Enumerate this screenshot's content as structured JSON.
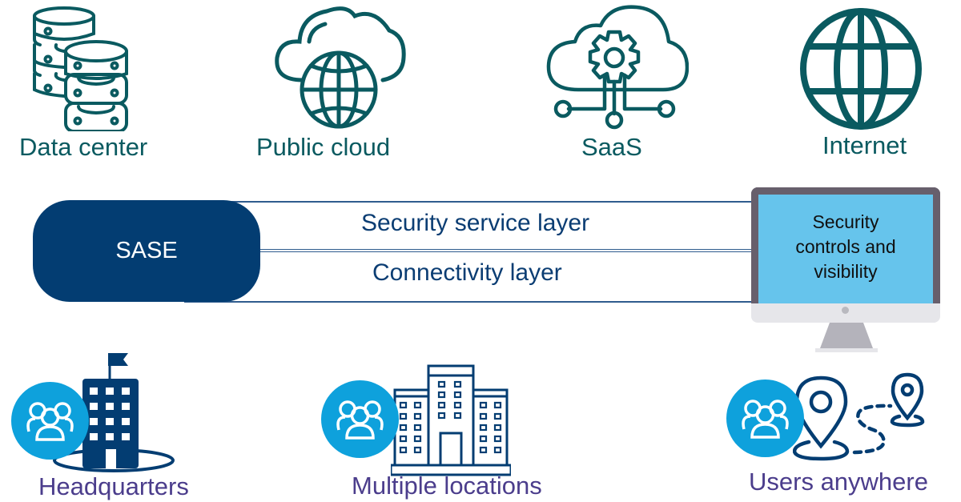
{
  "colors": {
    "teal_icon": "#0a5a60",
    "navy": "#033d72",
    "purple_label": "#4b3d8c",
    "badge_blue": "#0ea1dc",
    "screen_blue": "#66c4ec",
    "monitor_frame": "#675f6c"
  },
  "top_destinations": [
    {
      "label": "Data center",
      "icon": "database-servers-icon"
    },
    {
      "label": "Public cloud",
      "icon": "cloud-globe-icon"
    },
    {
      "label": "SaaS",
      "icon": "cloud-gear-network-icon"
    },
    {
      "label": "Internet",
      "icon": "globe-icon"
    }
  ],
  "sase": {
    "label": "SASE",
    "layers": [
      "Security service layer",
      "Connectivity layer"
    ]
  },
  "monitor": {
    "icon": "desktop-monitor-icon",
    "lines": [
      "Security",
      "controls and",
      "visibility"
    ]
  },
  "bottom_sources": [
    {
      "label": "Headquarters",
      "icon": "hq-building-icon",
      "badge": "people-group-icon"
    },
    {
      "label": "Multiple locations",
      "icon": "office-buildings-icon",
      "badge": "people-group-icon"
    },
    {
      "label": "Users anywhere",
      "icon": "location-pins-route-icon",
      "badge": "people-group-icon"
    }
  ]
}
